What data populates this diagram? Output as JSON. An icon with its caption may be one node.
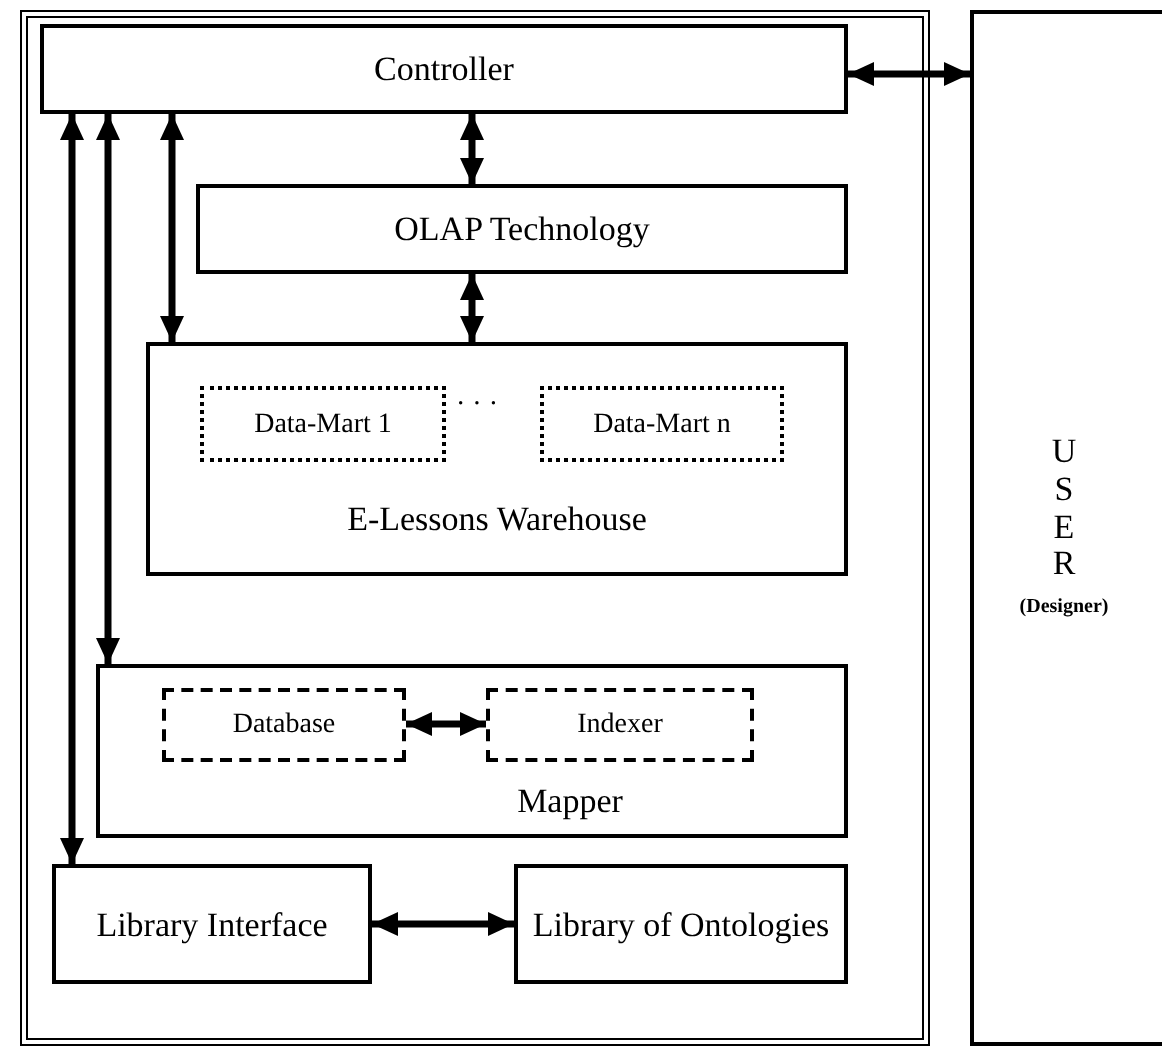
{
  "diagram": {
    "nodes": [
      {
        "text": [],
        "shape": "box"
      },
      {
        "text": [
          "Controller"
        ],
        "in": 0
      },
      {
        "text": [
          "OLAP Technology"
        ],
        "in": 0
      },
      {
        "text": [
          "E-Lessons Warehouse"
        ],
        "in": 0
      },
      {
        "text": [
          "Data-Mart 1"
        ],
        "in": 3
      },
      {
        "text": [
          "Data-Mart n"
        ],
        "in": 3
      },
      {
        "text": [
          "Mapper"
        ],
        "in": 0
      },
      {
        "text": [
          "Database"
        ],
        "in": 6
      },
      {
        "text": [
          "Indexer"
        ],
        "in": 6
      },
      {
        "text": [
          "Library Interface"
        ],
        "in": 0
      },
      {
        "text": [
          "Library of Ontologies"
        ],
        "in": 0
      },
      {
        "text": [
          "USER",
          "(Designer)"
        ]
      }
    ],
    "edges": [
      {
        "from": 1,
        "to": 11,
        "arrow": "both"
      },
      {
        "from": 1,
        "to": 2,
        "arrow": "both"
      },
      {
        "from": 2,
        "to": 3,
        "arrow": "both"
      },
      {
        "from": 1,
        "to": 3,
        "arrow": "both"
      },
      {
        "from": 1,
        "to": 6,
        "arrow": "both"
      },
      {
        "from": 1,
        "to": 9,
        "arrow": "both"
      },
      {
        "from": 7,
        "to": 8,
        "arrow": "both"
      },
      {
        "from": 9,
        "to": 10,
        "arrow": "both"
      }
    ],
    "labels": [
      "· · ·"
    ]
  }
}
